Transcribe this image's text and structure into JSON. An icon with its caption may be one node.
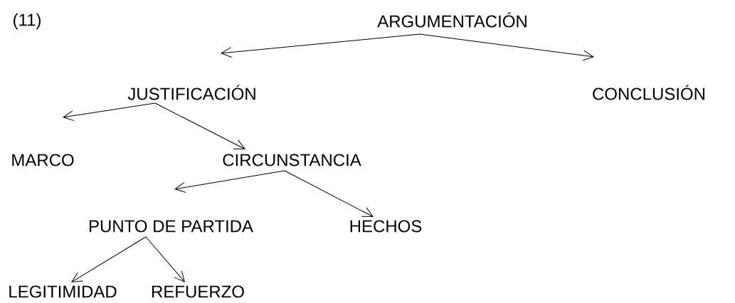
{
  "diagram": {
    "nodes": [
      {
        "text": [
          "ARGUMENTACIÓN"
        ]
      },
      {
        "text": [
          "JUSTIFICACIÓN"
        ]
      },
      {
        "text": [
          "CONCLUSIÓN"
        ]
      },
      {
        "text": [
          "MARCO"
        ]
      },
      {
        "text": [
          "CIRCUNSTANCIA"
        ]
      },
      {
        "text": [
          "PUNTO DE PARTIDA"
        ]
      },
      {
        "text": [
          "HECHOS"
        ]
      },
      {
        "text": [
          "LEGITIMIDAD"
        ]
      },
      {
        "text": [
          "REFUERZO"
        ]
      }
    ],
    "edges": [
      {
        "from": 0,
        "to": 1,
        "arrow": "to"
      },
      {
        "from": 0,
        "to": 2,
        "arrow": "to"
      },
      {
        "from": 1,
        "to": 3,
        "arrow": "to"
      },
      {
        "from": 1,
        "to": 4,
        "arrow": "to"
      },
      {
        "from": 4,
        "to": 5,
        "arrow": "to"
      },
      {
        "from": 4,
        "to": 6,
        "arrow": "to"
      },
      {
        "from": 5,
        "to": 7,
        "arrow": "to"
      },
      {
        "from": 5,
        "to": 8,
        "arrow": "to"
      }
    ],
    "labels": [
      "(11)"
    ]
  }
}
